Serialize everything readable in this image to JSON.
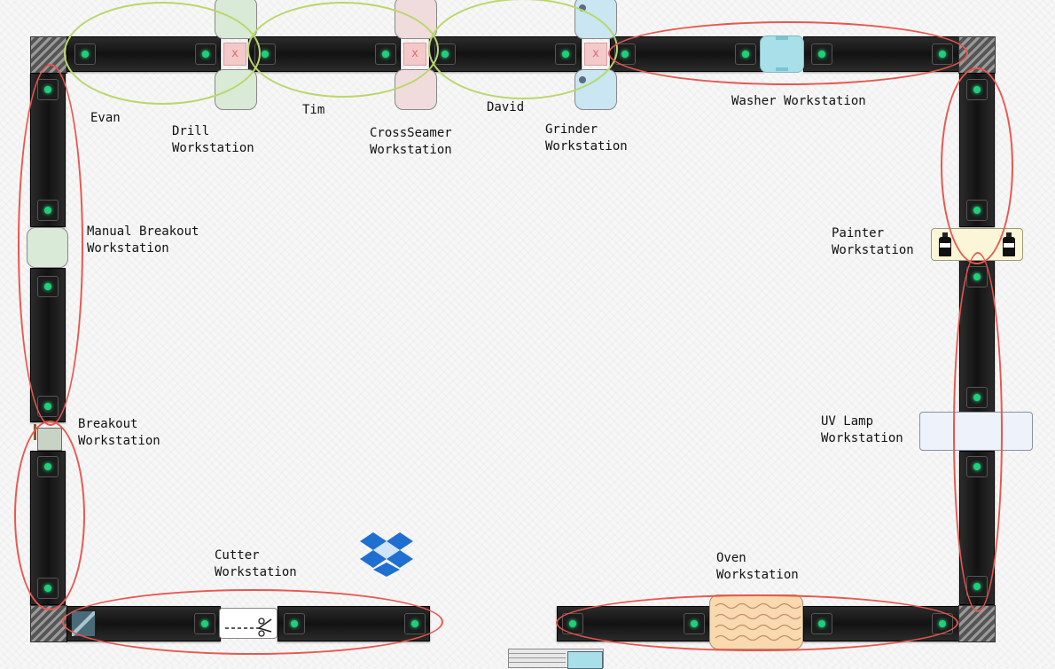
{
  "labels": {
    "evan": "Evan",
    "drill": "Drill\nWorkstation",
    "tim": "Tim",
    "crossseamer": "CrossSeamer\nWorkstation",
    "david": "David",
    "grinder": "Grinder\nWorkstation",
    "washer": "Washer Workstation",
    "manual_breakout": "Manual Breakout\nWorkstation",
    "breakout": "Breakout\nWorkstation",
    "painter": "Painter\nWorkstation",
    "uv_lamp": "UV Lamp\nWorkstation",
    "cutter": "Cutter\nWorkstation",
    "oven": "Oven\nWorkstation"
  },
  "marks": {
    "x": "x"
  },
  "colors": {
    "zone_red": "#e8574e",
    "zone_green": "#b9d76a",
    "drill_pad": "#d9ead6",
    "crossseamer_pad": "#f0dcdc",
    "grinder_pad": "#c9e6f2",
    "washer": "#a9dfe9",
    "painter": "#fbf6d8",
    "uv_lamp": "#eef3fb",
    "oven": "#f8d9b0",
    "dropbox": "#1f6fd1"
  }
}
